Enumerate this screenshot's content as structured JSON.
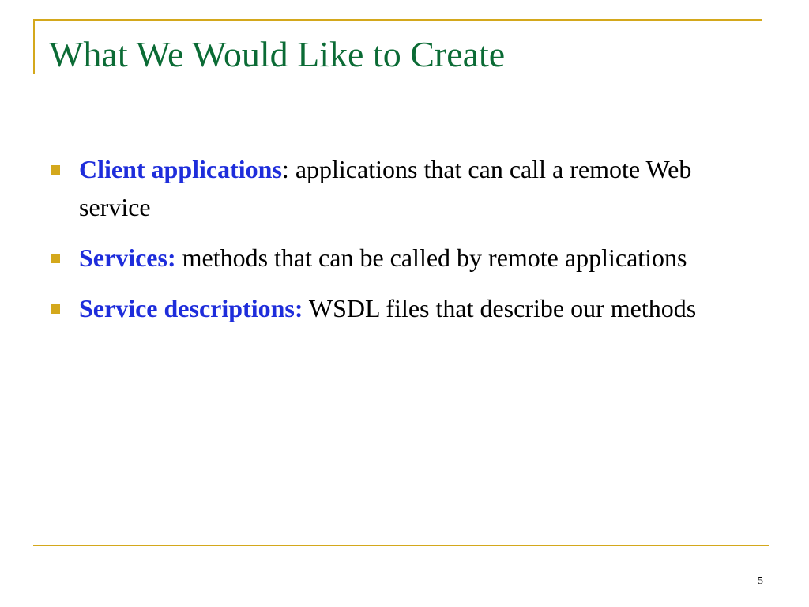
{
  "slide": {
    "title": "What We Would Like to Create",
    "page_number": "5",
    "colors": {
      "title": "#0b6b35",
      "term": "#1e2ddb",
      "accent_rule": "#d4a81c",
      "bullet_marker": "#d4a81c",
      "body_text": "#000000"
    },
    "bullets": [
      {
        "term": "Client applications",
        "separator": ":",
        "text": " applications that can call a remote Web service"
      },
      {
        "term": "Services:",
        "separator": "",
        "text": " methods that can be called by remote applications"
      },
      {
        "term": "Service descriptions:",
        "separator": "",
        "text": " WSDL files that describe our methods"
      }
    ]
  }
}
